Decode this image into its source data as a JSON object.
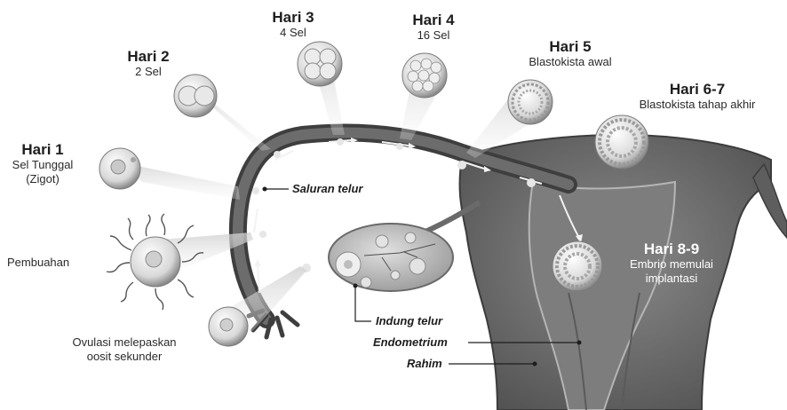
{
  "stages": {
    "day1": {
      "day": "Hari 1",
      "line1": "Sel Tunggal",
      "line2": "(Zigot)"
    },
    "day2": {
      "day": "Hari 2",
      "line1": "2 Sel"
    },
    "day3": {
      "day": "Hari 3",
      "line1": "4 Sel"
    },
    "day4": {
      "day": "Hari 4",
      "line1": "16 Sel"
    },
    "day5": {
      "day": "Hari 5",
      "line1": "Blastokista awal"
    },
    "day67": {
      "day": "Hari 6-7",
      "line1": "Blastokista tahap akhir"
    },
    "day89": {
      "day": "Hari 8-9",
      "line1": "Embrio memulai",
      "line2": "implantasi"
    }
  },
  "fertilization": "Pembuahan",
  "ovulation": {
    "line1": "Ovulasi melepaskan",
    "line2": "oosit sekunder"
  },
  "anatomy": {
    "fallopian_tube": "Saluran telur",
    "ovary": "Indung telur",
    "endometrium": "Endometrium",
    "uterus": "Rahim"
  },
  "colors": {
    "uterus": "#6f6f6f",
    "tube": "#4a4a4a",
    "text": "#1e1e1e"
  }
}
